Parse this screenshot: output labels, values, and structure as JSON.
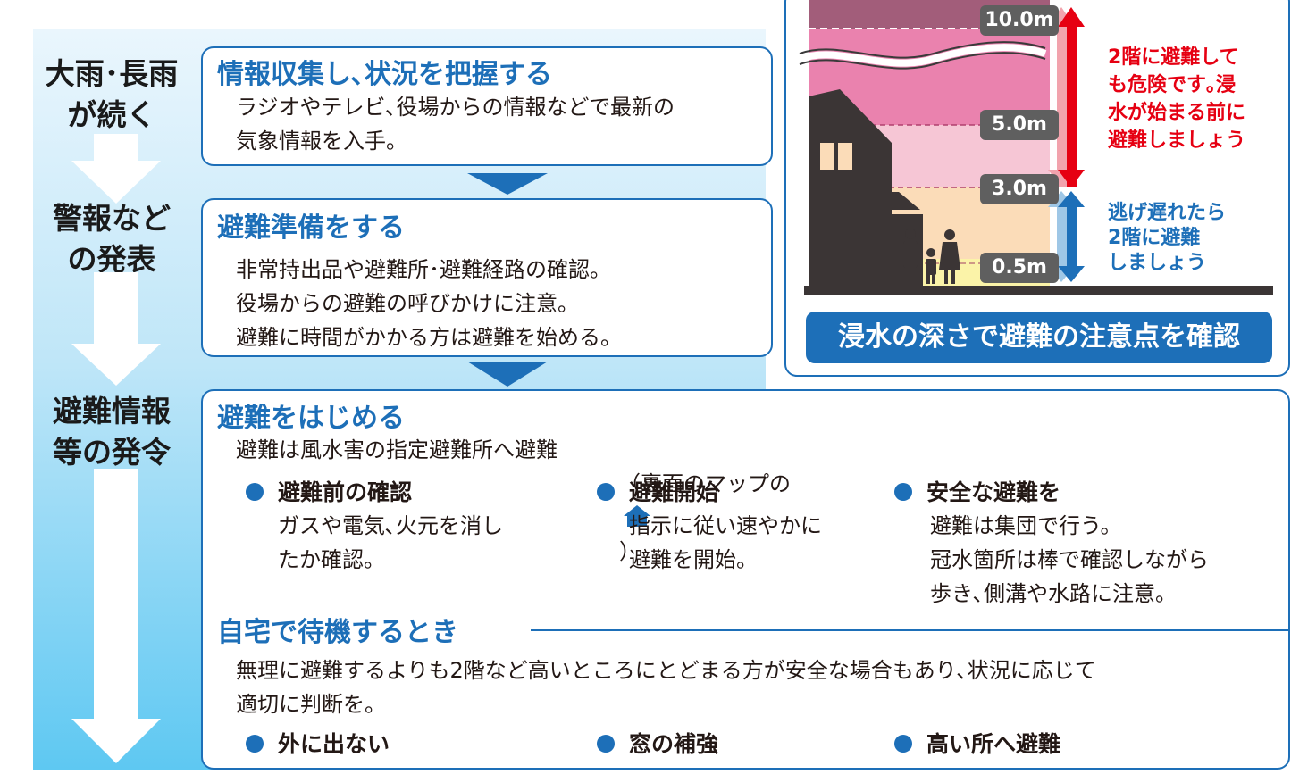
{
  "stages": [
    {
      "label": "大雨･長雨\nが続く"
    },
    {
      "label": "警報など\nの発表"
    },
    {
      "label": "避難情報\n等の発令"
    }
  ],
  "step1": {
    "title": "情報収集し､状況を把握する",
    "text": "ラジオやテレビ､役場からの情報などで最新の\n気象情報を入手。"
  },
  "step2": {
    "title": "避難準備をする",
    "text": "非常持出品や避難所･避難経路の確認。\n役場からの避難の呼びかけに注意。\n避難に時間がかかる方は避難を始める。"
  },
  "step3": {
    "title": "避難をはじめる",
    "intro": "避難は風水害の指定避難所へ避難",
    "intro_note_open": "（裏面のマップの",
    "intro_note_close": "）",
    "bullets": [
      {
        "head": "避難前の確認",
        "text": "ガスや電気､火元を消し\nたか確認。"
      },
      {
        "head": "避難開始",
        "text": "指示に従い速やかに\n避難を開始。"
      },
      {
        "head": "安全な避難を",
        "text": "避難は集団で行う。\n冠水箇所は棒で確認しながら\n歩き､側溝や水路に注意。"
      }
    ],
    "home_title": "自宅で待機するとき",
    "home_text": "無理に避難するよりも2階など高いところにとどまる方が安全な場合もあり､状況に応じて\n適切に判断を。",
    "home_bullets": [
      "外に出ない",
      "窓の補強",
      "高い所へ避難"
    ]
  },
  "depth": {
    "levels": [
      "10.0m",
      "5.0m",
      "3.0m",
      "0.5m"
    ],
    "danger_note": "2階に避難して\nも危険です｡浸\n水が始まる前に\n避難しましょう",
    "escape_note": "逃げ遅れたら\n2階に避難\nしましょう",
    "caption": "浸水の深さで避難の注意点を確認",
    "colors": {
      "accent_blue": "#1d6fb8",
      "danger_red": "#e60012",
      "tag_gray": "#5f5f5f"
    }
  }
}
